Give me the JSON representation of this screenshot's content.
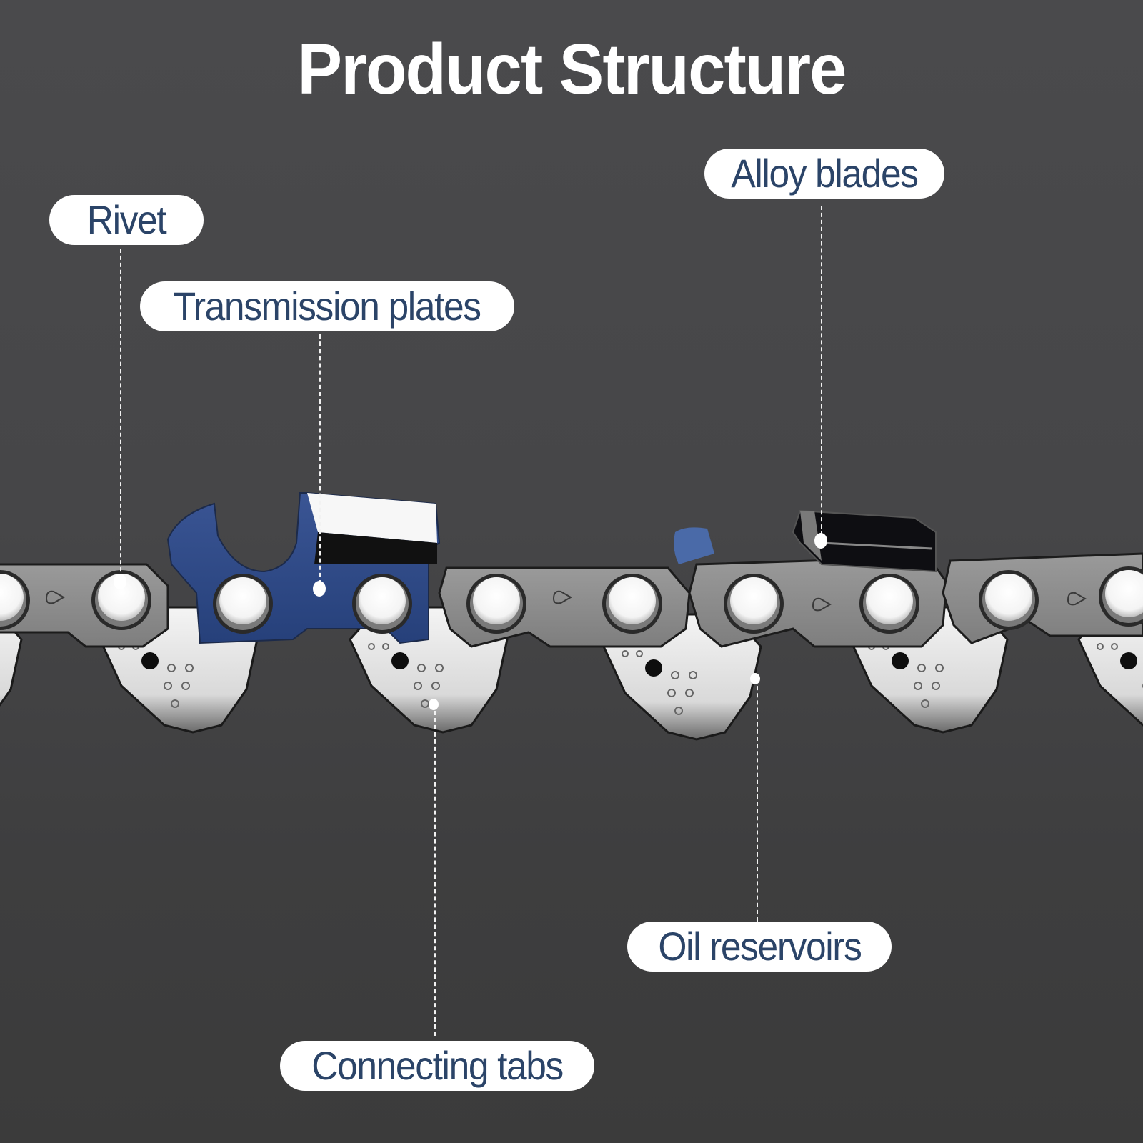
{
  "title": "Product Structure",
  "callouts": [
    {
      "id": "rivet",
      "label": "Rivet"
    },
    {
      "id": "transmission-plates",
      "label": "Transmission plates"
    },
    {
      "id": "alloy-blades",
      "label": "Alloy blades"
    },
    {
      "id": "oil-reservoirs",
      "label": "Oil reservoirs"
    },
    {
      "id": "connecting-tabs",
      "label": "Connecting tabs"
    }
  ],
  "colors": {
    "background_top": "#4a4a4c",
    "background_bottom": "#3b3b3b",
    "label_text": "#2b4468",
    "pill_fill": "#ffffff",
    "cutter_blue": "#2f4a86",
    "side_plate_gray": "#8c8c8c"
  }
}
